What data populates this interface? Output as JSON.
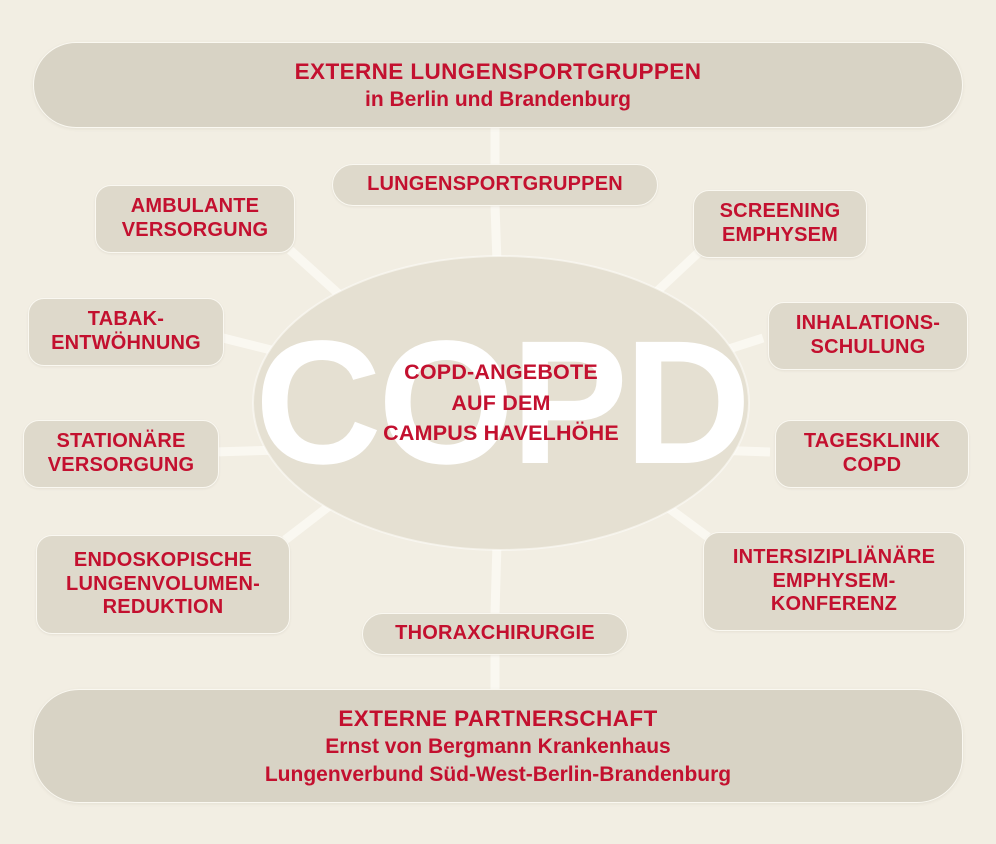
{
  "diagram": {
    "title": "COPD-Angebote auf dem Campus Havelhöhe",
    "colors": {
      "background": "#f2eee3",
      "node_fill": "#ded9cb",
      "banner_fill": "#d8d3c5",
      "ellipse_fill": "#e5e0d2",
      "accent_red": "#c3102f",
      "connector": "#faf8f1",
      "watermark": "#ffffff"
    }
  },
  "center": {
    "watermark": "COPD",
    "line1": "COPD-ANGEBOTE",
    "line2": "AUF DEM",
    "line3": "CAMPUS HAVELHÖHE"
  },
  "top_banner": {
    "line1": "EXTERNE LUNGENSPORTGRUPPEN",
    "line2": "in Berlin und Brandenburg"
  },
  "bottom_banner": {
    "line1": "EXTERNE PARTNERSCHAFT",
    "line2": "Ernst von Bergmann Krankenhaus",
    "line3": "Lungenverbund Süd-West-Berlin-Brandenburg"
  },
  "nodes": {
    "lungensportgruppen": {
      "label": "LUNGENSPORTGRUPPEN"
    },
    "thoraxchirurgie": {
      "label": "THORAXCHIRURGIE"
    },
    "ambulante_versorgung": {
      "line1": "AMBULANTE",
      "line2": "VERSORGUNG"
    },
    "tabakentwoehnung": {
      "line1": "TABAK-",
      "line2": "ENTWÖHNUNG"
    },
    "stationaere_versorgung": {
      "line1": "STATIONÄRE",
      "line2": "VERSORGUNG"
    },
    "endoskopische_lungenvolumenreduktion": {
      "line1": "ENDOSKOPISCHE",
      "line2": "LUNGENVOLUMEN-",
      "line3": "REDUKTION"
    },
    "screening_emphysem": {
      "line1": "SCREENING",
      "line2": "EMPHYSEM"
    },
    "inhalationsschulung": {
      "line1": "INHALATIONS-",
      "line2": "SCHULUNG"
    },
    "tagesklinik_copd": {
      "line1": "TAGESKLINIK",
      "line2": "COPD"
    },
    "interdisziplinaere_emphysemkonferenz": {
      "line1": "INTERSIZIPLIÄNÄRE",
      "line2": "EMPHYSEM-",
      "line3": "KONFERENZ"
    }
  }
}
